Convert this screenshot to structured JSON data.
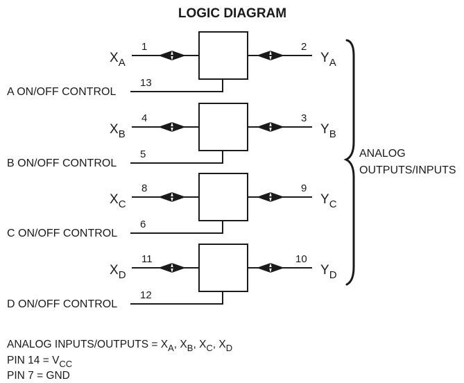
{
  "title": "LOGIC DIAGRAM",
  "channels": [
    {
      "x_main": "X",
      "x_sub": "A",
      "x_pin": "1",
      "y_main": "Y",
      "y_sub": "A",
      "y_pin": "2",
      "control_label": "A ON/OFF CONTROL",
      "control_pin": "13"
    },
    {
      "x_main": "X",
      "x_sub": "B",
      "x_pin": "4",
      "y_main": "Y",
      "y_sub": "B",
      "y_pin": "3",
      "control_label": "B ON/OFF CONTROL",
      "control_pin": "5"
    },
    {
      "x_main": "X",
      "x_sub": "C",
      "x_pin": "8",
      "y_main": "Y",
      "y_sub": "C",
      "y_pin": "9",
      "control_label": "C ON/OFF CONTROL",
      "control_pin": "6"
    },
    {
      "x_main": "X",
      "x_sub": "D",
      "x_pin": "11",
      "y_main": "Y",
      "y_sub": "D",
      "y_pin": "10",
      "control_label": "D ON/OFF CONTROL",
      "control_pin": "12"
    }
  ],
  "brace_label": {
    "line1": "ANALOG",
    "line2": "OUTPUTS/INPUTS"
  },
  "notes": {
    "inputs_prefix": "ANALOG INPUTS/OUTPUTS = ",
    "inputs_terms": [
      {
        "main": "X",
        "sub": "A"
      },
      {
        "main": "X",
        "sub": "B"
      },
      {
        "main": "X",
        "sub": "C"
      },
      {
        "main": "X",
        "sub": "D"
      }
    ],
    "pin14_prefix": "PIN 14 = ",
    "pin14_main": "V",
    "pin14_sub": "CC",
    "pin7": "PIN 7 = GND"
  }
}
